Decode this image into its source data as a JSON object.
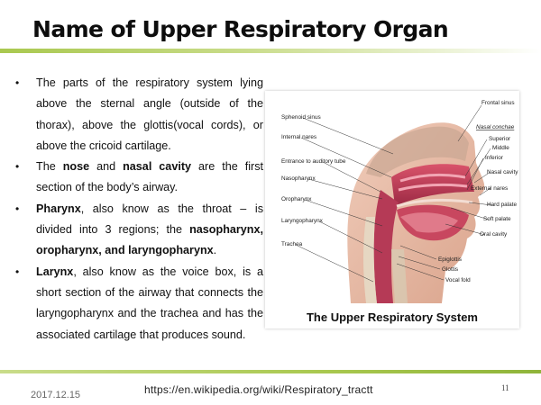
{
  "slide": {
    "title": "Name of Upper Respiratory Organ",
    "bullets": [
      {
        "parts": [
          {
            "text": "The parts of the respiratory system lying above the sternal angle (outside of the thorax), above the glottis(vocal cords), or above the cricoid cartilage.",
            "bold": false
          }
        ]
      },
      {
        "parts": [
          {
            "text": "The ",
            "bold": false
          },
          {
            "text": "nose",
            "bold": true
          },
          {
            "text": " and ",
            "bold": false
          },
          {
            "text": "nasal cavity",
            "bold": true
          },
          {
            "text": " are the first section of the body’s airway.",
            "bold": false
          }
        ]
      },
      {
        "parts": [
          {
            "text": "Pharynx",
            "bold": true
          },
          {
            "text": ", also know as the throat – is divided into 3 regions; the ",
            "bold": false
          },
          {
            "text": "nasopharynx, oropharynx, and laryngopharynx",
            "bold": true
          },
          {
            "text": ".",
            "bold": false
          }
        ]
      },
      {
        "parts": [
          {
            "text": "Larynx",
            "bold": true
          },
          {
            "text": ", also know as the voice box, is a short section of the airway that connects the laryngopharynx and the trachea and has the associated cartilage that produces sound.",
            "bold": false
          }
        ]
      }
    ],
    "bullet_glyph": "•",
    "figure": {
      "caption": "The Upper Respiratory System",
      "labels_left": [
        "Sphenoid sinus",
        "Internal nares",
        "Entrance to auditory tube",
        "Nasopharynx",
        "Oropharynx",
        "Laryngopharynx",
        "Trachea"
      ],
      "labels_right": [
        "Frontal sinus",
        "Nasal conchae",
        "Superior",
        "Middle",
        "Inferior",
        "Nasal cavity",
        "External nares",
        "Hard palate",
        "Soft palate",
        "Oral cavity"
      ],
      "labels_bottom": [
        "Epiglottis",
        "Glottis",
        "Vocal fold"
      ]
    },
    "footer": {
      "date": "2017.12.15",
      "url": "https://en.wikipedia.org/wiki/Respiratory_tractt",
      "page_number": "11"
    }
  }
}
